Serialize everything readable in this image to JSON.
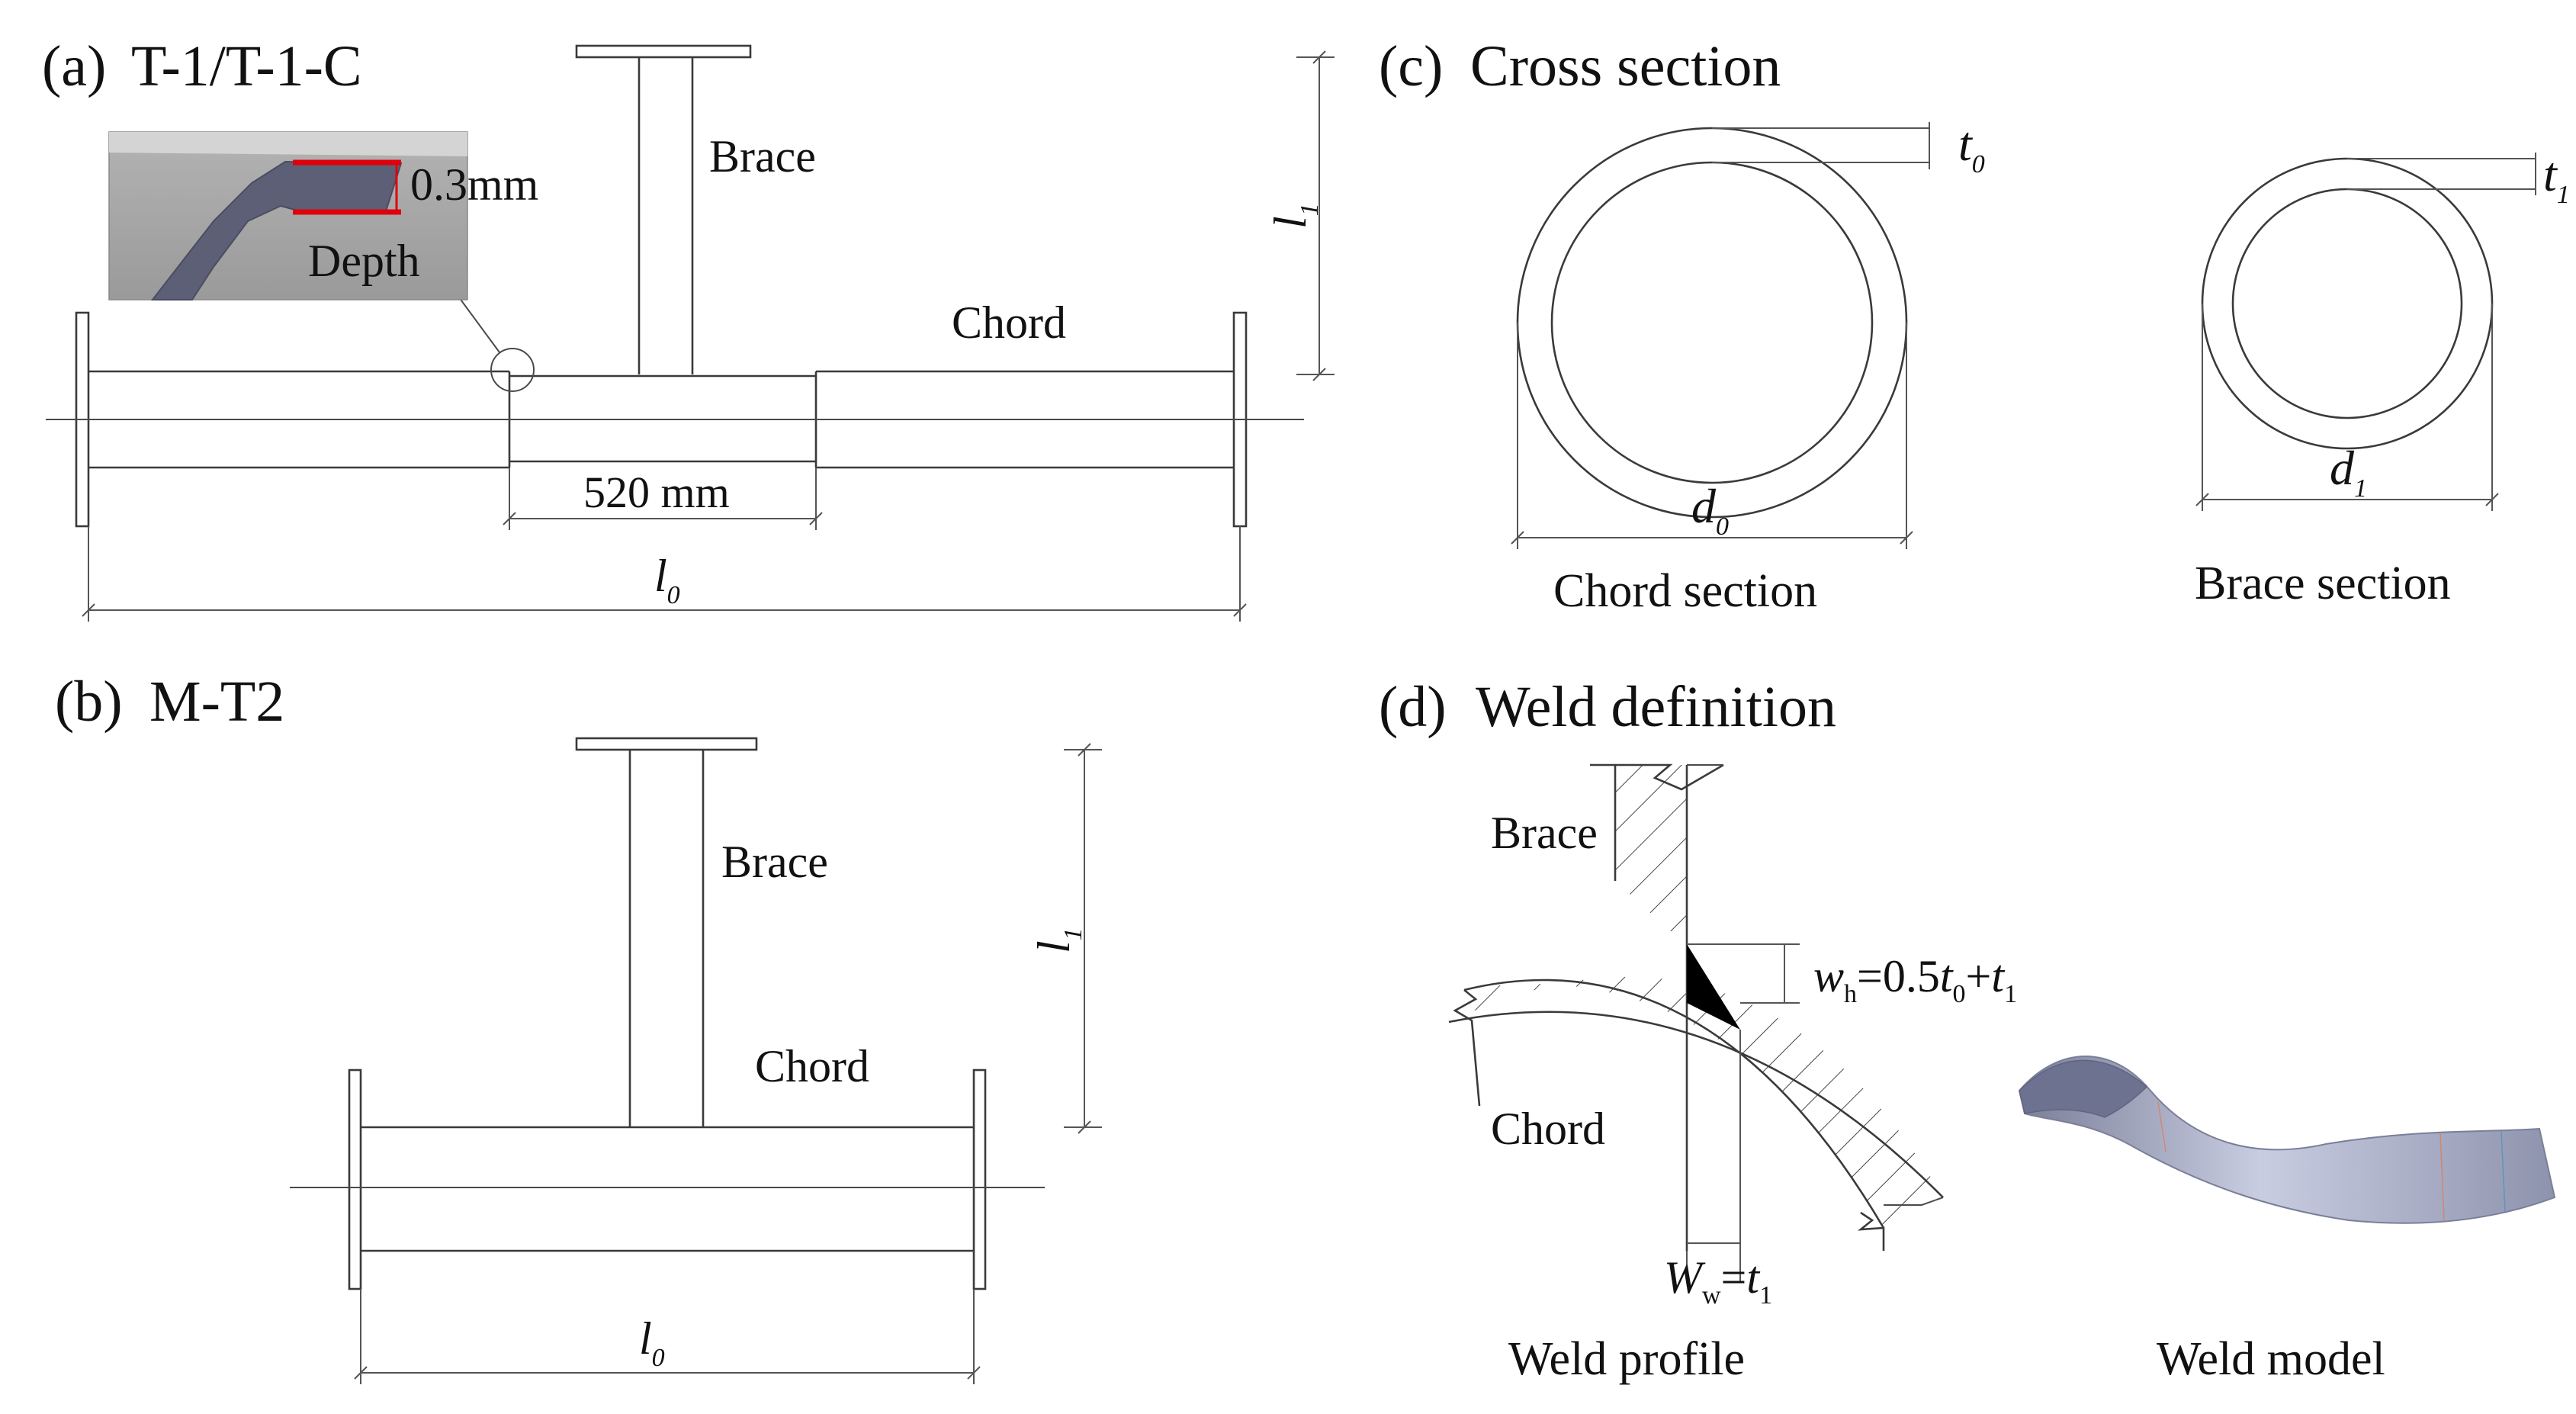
{
  "panel_a": {
    "letter": "(a)",
    "title": "T-1/T-1-C",
    "brace_label": "Brace",
    "chord_label": "Chord",
    "crack_size": "0.3mm",
    "crack_depth": "Depth",
    "segment_length": "520 mm",
    "l1_base": "l",
    "l1_sub": "1",
    "l0_base": "l",
    "l0_sub": "0"
  },
  "panel_b": {
    "letter": "(b)",
    "title": "M-T2",
    "brace_label": "Brace",
    "chord_label": "Chord",
    "l1_base": "l",
    "l1_sub": "1",
    "l0_base": "l",
    "l0_sub": "0"
  },
  "panel_c": {
    "letter": "(c)",
    "title": "Cross section",
    "t0_base": "t",
    "t0_sub": "0",
    "t1_base": "t",
    "t1_sub": "1",
    "d0_base": "d",
    "d0_sub": "0",
    "d1_base": "d",
    "d1_sub": "1",
    "chord_section": "Chord section",
    "brace_section": "Brace section"
  },
  "panel_d": {
    "letter": "(d)",
    "title": "Weld definition",
    "brace_label": "Brace",
    "chord_label": "Chord",
    "wh_w": "w",
    "wh_h": "h",
    "wh_mid": "=0.5",
    "wh_t": "t",
    "wh_0": "0",
    "wh_plus": "+",
    "wh_t2": "t",
    "wh_1": "1",
    "ww_W": "W",
    "ww_w": "w",
    "ww_eq": "=",
    "ww_t": "t",
    "ww_1": "1",
    "weld_profile": "Weld profile",
    "weld_model": "Weld model"
  },
  "colors": {
    "line": "#3a3a3a",
    "crack_box": "#e0000b",
    "inset_bg": "#a8a8a8",
    "crack_fill": "#5c5f76",
    "weld_fill": "#b8bdd4"
  }
}
